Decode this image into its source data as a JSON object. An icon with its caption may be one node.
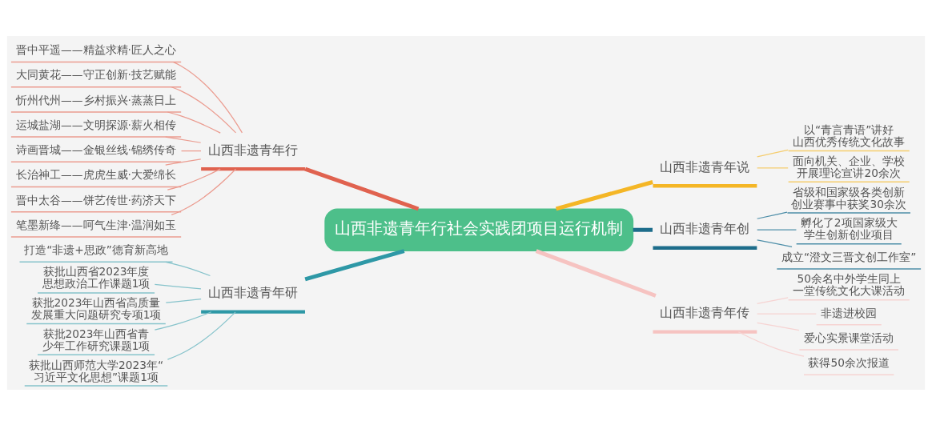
{
  "diagram": {
    "nodes": [
      {
        "text": [
          "山西非遗青年行社会实践团项目运行机制"
        ]
      },
      {
        "text": [
          "山西非遗青年行"
        ]
      },
      {
        "text": [
          "晋中平遥——精益求精·匠人之心"
        ]
      },
      {
        "text": [
          "大同黄花——守正创新·技艺赋能"
        ]
      },
      {
        "text": [
          "忻州代州——乡村振兴·蒸蒸日上"
        ]
      },
      {
        "text": [
          "运城盐湖——文明探源·薪火相传"
        ]
      },
      {
        "text": [
          "诗画晋城——金银丝线·锦绣传奇"
        ]
      },
      {
        "text": [
          "长治神工——虎虎生威·大爱绵长"
        ]
      },
      {
        "text": [
          "晋中太谷——饼艺传世·药济天下"
        ]
      },
      {
        "text": [
          "笔墨新绛——呵气生津·温润如玉"
        ]
      },
      {
        "text": [
          "山西非遗青年研"
        ]
      },
      {
        "text": [
          "打造“非遗+思政”德育新高地"
        ]
      },
      {
        "text": [
          "获批山西省2023年度思想政治工作课题1项"
        ]
      },
      {
        "text": [
          "获批2023年山西省高质量发展重大问题研究专项1项"
        ]
      },
      {
        "text": [
          "获批2023年山西省青少年工作研究课题1项"
        ]
      },
      {
        "text": [
          "获批山西师范大学2023年“习近平文化思想”课题1项"
        ]
      },
      {
        "text": [
          "山西非遗青年说"
        ]
      },
      {
        "text": [
          "以“青言青语”讲好山西优秀传统文化故事"
        ]
      },
      {
        "text": [
          "面向机关、企业、学校开展理论宣讲20余次"
        ]
      },
      {
        "text": [
          "山西非遗青年创"
        ]
      },
      {
        "text": [
          "省级和国家级各类创新创业赛事中获奖30余次"
        ]
      },
      {
        "text": [
          "孵化了2项国家级大学生创新创业项目"
        ]
      },
      {
        "text": [
          "成立“澄文三晋文创工作室”"
        ]
      },
      {
        "text": [
          "山西非遗青年传"
        ]
      },
      {
        "text": [
          "50余名中外学生同上一堂传统文化大课活动"
        ]
      },
      {
        "text": [
          "非遗进校园"
        ]
      },
      {
        "text": [
          "爱心实景课堂活动"
        ]
      },
      {
        "text": [
          "获得50余次报道"
        ]
      }
    ],
    "edges": [
      {
        "from": 0,
        "to": 1,
        "arrow": "none",
        "style": "thick",
        "color": "#e0624f"
      },
      {
        "from": 1,
        "to": 2,
        "arrow": "none",
        "color": "#eb9c90"
      },
      {
        "from": 1,
        "to": 3,
        "arrow": "none",
        "color": "#eb9c90"
      },
      {
        "from": 1,
        "to": 4,
        "arrow": "none",
        "color": "#eb9c90"
      },
      {
        "from": 1,
        "to": 5,
        "arrow": "none",
        "color": "#eb9c90"
      },
      {
        "from": 1,
        "to": 6,
        "arrow": "none",
        "color": "#eb9c90"
      },
      {
        "from": 1,
        "to": 7,
        "arrow": "none",
        "color": "#eb9c90"
      },
      {
        "from": 1,
        "to": 8,
        "arrow": "none",
        "color": "#eb9c90"
      },
      {
        "from": 1,
        "to": 9,
        "arrow": "none",
        "color": "#eb9c90"
      },
      {
        "from": 0,
        "to": 10,
        "arrow": "none",
        "style": "thick",
        "color": "#2e98a6"
      },
      {
        "from": 10,
        "to": 11,
        "arrow": "none",
        "color": "#86c3cb"
      },
      {
        "from": 10,
        "to": 12,
        "arrow": "none",
        "color": "#86c3cb"
      },
      {
        "from": 10,
        "to": 13,
        "arrow": "none",
        "color": "#86c3cb"
      },
      {
        "from": 10,
        "to": 14,
        "arrow": "none",
        "color": "#86c3cb"
      },
      {
        "from": 10,
        "to": 15,
        "arrow": "none",
        "color": "#86c3cb"
      },
      {
        "from": 0,
        "to": 16,
        "arrow": "none",
        "style": "thick",
        "color": "#f4b626"
      },
      {
        "from": 16,
        "to": 17,
        "arrow": "none",
        "color": "#f5cd6e"
      },
      {
        "from": 16,
        "to": 18,
        "arrow": "none",
        "color": "#f5cd6e"
      },
      {
        "from": 0,
        "to": 19,
        "arrow": "none",
        "style": "thick",
        "color": "#1d6d8b"
      },
      {
        "from": 19,
        "to": 20,
        "arrow": "none",
        "color": "#4f8fa9"
      },
      {
        "from": 19,
        "to": 21,
        "arrow": "none",
        "color": "#4f8fa9"
      },
      {
        "from": 19,
        "to": 22,
        "arrow": "none",
        "color": "#4f8fa9"
      },
      {
        "from": 0,
        "to": 23,
        "arrow": "none",
        "style": "thick",
        "color": "#f6c3c1"
      },
      {
        "from": 23,
        "to": 24,
        "arrow": "none",
        "color": "#f6d3d2"
      },
      {
        "from": 23,
        "to": 25,
        "arrow": "none",
        "color": "#f6d3d2"
      },
      {
        "from": 23,
        "to": 26,
        "arrow": "none",
        "color": "#f6d3d2"
      },
      {
        "from": 23,
        "to": 27,
        "arrow": "none",
        "color": "#f6d3d2"
      }
    ]
  }
}
